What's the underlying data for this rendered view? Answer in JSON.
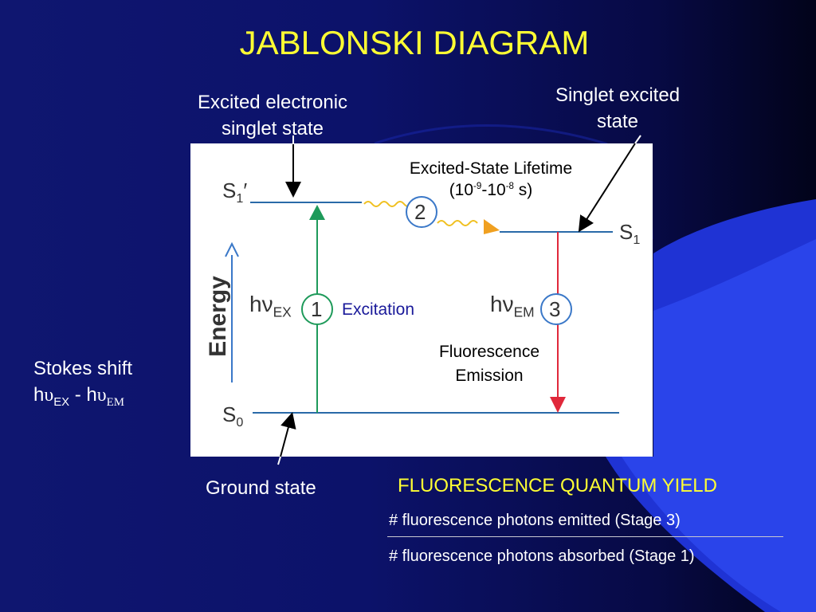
{
  "title": "JABLONSKI DIAGRAM",
  "labels": {
    "excited_electronic_line1": "Excited electronic",
    "excited_electronic_line2": "singlet state",
    "singlet_excited_line1": "Singlet excited",
    "singlet_excited_line2": "state",
    "stokes_line1": "Stokes shift",
    "stokes_h1": "h",
    "stokes_nu1": "υ",
    "stokes_sub1": "EX",
    "stokes_minus": " - h",
    "stokes_nu2": "υ",
    "stokes_sub2": "EM",
    "ground_state": "Ground state"
  },
  "diagram": {
    "s1prime": "S",
    "s1prime_sub": "1",
    "s1prime_mark": "′",
    "s1": "S",
    "s1_sub": "1",
    "s0": "S",
    "s0_sub": "0",
    "energy": "Energy",
    "hv_ex_h": "hν",
    "hv_ex_sub": "EX",
    "hv_em_h": "hν",
    "hv_em_sub": "EM",
    "step1": "1",
    "step2": "2",
    "step3": "3",
    "excitation": "Excitation",
    "lifetime_line1": "Excited-State Lifetime",
    "lifetime_open": "(10",
    "lifetime_exp1": "-9",
    "lifetime_mid": "-10",
    "lifetime_exp2": "-8",
    "lifetime_close": " s)",
    "fluor_line1": "Fluorescence",
    "fluor_line2": "Emission"
  },
  "yield": {
    "title": "FLUORESCENCE QUANTUM YIELD",
    "numerator": "# fluorescence photons emitted (Stage 3)",
    "denominator": "# fluorescence photons absorbed (Stage 1)"
  },
  "colors": {
    "title": "#ffff33",
    "excitation_arrow": "#1e9a5a",
    "emission_arrow": "#e0283a",
    "energy_arrow": "#3a78c8",
    "level_line": "#2a6aa8",
    "wavy": "#f0c020",
    "excitation_text": "#1a1a9a"
  }
}
